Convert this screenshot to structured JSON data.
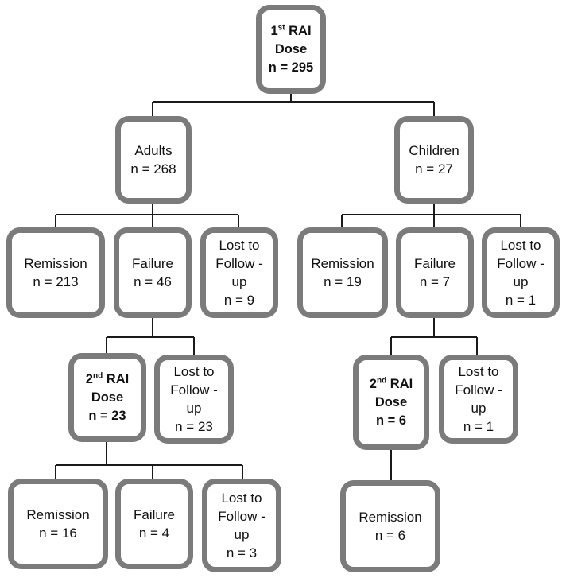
{
  "root": {
    "line1_pre": "1",
    "line1_sup": "st",
    "line1_post": " RAI",
    "line2": "Dose",
    "line3": "n = 295"
  },
  "adults": {
    "group": {
      "label": "Adults",
      "n": "n = 268"
    },
    "remission": {
      "label": "Remission",
      "n": "n = 213"
    },
    "failure": {
      "label": "Failure",
      "n": "n = 46"
    },
    "lost": {
      "line1": "Lost to",
      "line2": "Follow -",
      "line3": "up",
      "n": "n = 9"
    },
    "second_dose": {
      "line1_pre": "2",
      "line1_sup": "nd",
      "line1_post": " RAI",
      "line2": "Dose",
      "line3": "n = 23"
    },
    "second_lost": {
      "line1": "Lost to",
      "line2": "Follow -",
      "line3": "up",
      "n": "n = 23"
    },
    "second_remission": {
      "label": "Remission",
      "n": "n = 16"
    },
    "second_failure": {
      "label": "Failure",
      "n": "n = 4"
    },
    "second_lost_after": {
      "line1": "Lost to",
      "line2": "Follow -",
      "line3": "up",
      "n": "n = 3"
    }
  },
  "children": {
    "group": {
      "label": "Children",
      "n": "n = 27"
    },
    "remission": {
      "label": "Remission",
      "n": "n = 19"
    },
    "failure": {
      "label": "Failure",
      "n": "n = 7"
    },
    "lost": {
      "line1": "Lost to",
      "line2": "Follow -",
      "line3": "up",
      "n": "n = 1"
    },
    "second_dose": {
      "line1_pre": "2",
      "line1_sup": "nd",
      "line1_post": " RAI",
      "line2": "Dose",
      "line3": "n = 6"
    },
    "second_lost": {
      "line1": "Lost to",
      "line2": "Follow -",
      "line3": "up",
      "n": "n = 1"
    },
    "second_remission": {
      "label": "Remission",
      "n": "n = 6"
    }
  },
  "colors": {
    "box_border": "#7b7b7b",
    "connector": "#1a1a1a",
    "text": "#111111"
  }
}
